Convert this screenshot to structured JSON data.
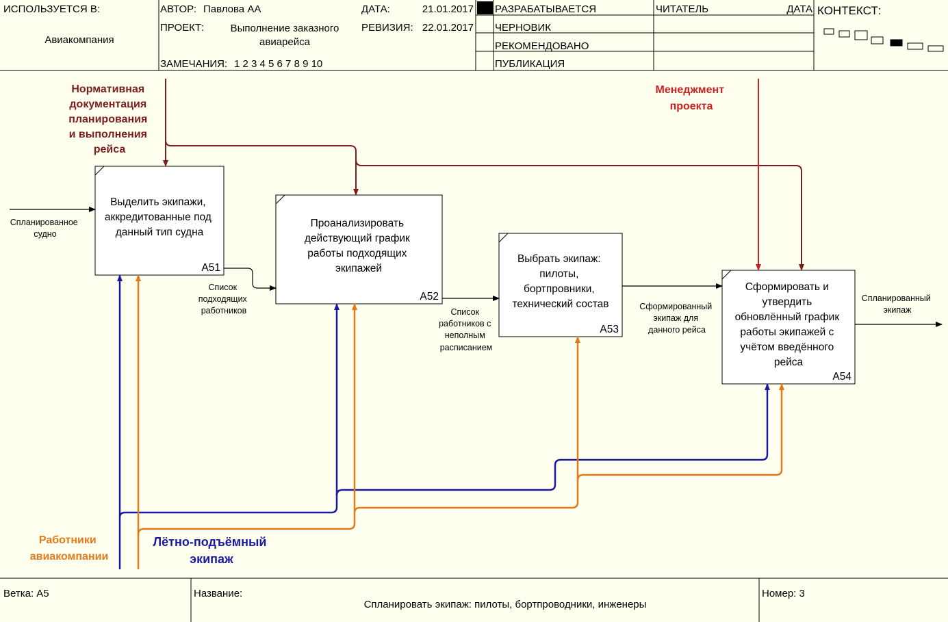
{
  "header": {
    "used_in_label": "ИСПОЛЬЗУЕТСЯ В:",
    "used_in_value": "Авиакомпания",
    "author_label": "АВТОР:",
    "author_value": "Павлова АА",
    "project_label": "ПРОЕКТ:",
    "project_value_1": "Выполнение заказного",
    "project_value_2": "авиарейса",
    "notes_label": "ЗАМЕЧАНИЯ:",
    "notes_value": "1 2 3 4 5 6 7 8 9 10",
    "date_label": "ДАТА:",
    "date_value": "21.01.2017",
    "revision_label": "РЕВИЗИЯ:",
    "revision_value": "22.01.2017",
    "status_1": "РАЗРАБАТЫВАЕТСЯ",
    "status_2": "ЧЕРНОВИК",
    "status_3": "РЕКОМЕНДОВАНО",
    "status_4": "ПУБЛИКАЦИЯ",
    "reader_label": "ЧИТАТЕЛЬ",
    "reader_date_label": "ДАТА",
    "context_label": "КОНТЕКСТ:"
  },
  "boxes": [
    {
      "lines": [
        "Выделить экипажи,",
        "аккредитованные под",
        "данный тип судна"
      ],
      "id": "A51"
    },
    {
      "lines": [
        "Проанализировать",
        "действующий график",
        "работы подходящих",
        "экипажей"
      ],
      "id": "A52"
    },
    {
      "lines": [
        "Выбрать экипаж:",
        "пилоты,",
        "бортпровники,",
        "технический состав"
      ],
      "id": "A53"
    },
    {
      "lines": [
        "Сформировать и",
        "утвердить",
        "обновлённый график",
        "работы экипажей с",
        "учётом введённого",
        "рейса"
      ],
      "id": "A54"
    }
  ],
  "arrows": {
    "input_vessel": [
      "Спланированное",
      "судно"
    ],
    "suitable_workers": [
      "Список",
      "подходящих",
      "работников"
    ],
    "incomplete_schedule": [
      "Список",
      "работников с",
      "неполным",
      "расписанием"
    ],
    "planned_crew_flight": [
      "Сформированный",
      "экипаж для",
      "данного рейса"
    ],
    "output_crew": [
      "Спланированный",
      "экипаж"
    ],
    "normative_docs": [
      "Нормативная",
      "документация",
      "планирования",
      "и выполнения",
      "рейса"
    ],
    "project_management": [
      "Менеджмент",
      "проекта"
    ],
    "airline_workers": [
      "Работники",
      "авиакомпании"
    ],
    "flight_crew": [
      "Лётно-подъёмный",
      "экипаж"
    ]
  },
  "footer": {
    "branch_label": "Ветка: А5",
    "name_label": "Название:",
    "name_value": "Спланировать экипаж: пилоты, бортпроводники, инженеры",
    "number_label": "Номер: 3"
  },
  "colors": {
    "background": "#fffff0",
    "normative": "#7b1e1e",
    "management": "#cc2222",
    "airline_workers": "#e07a1a",
    "flight_crew": "#1a1aa0"
  }
}
